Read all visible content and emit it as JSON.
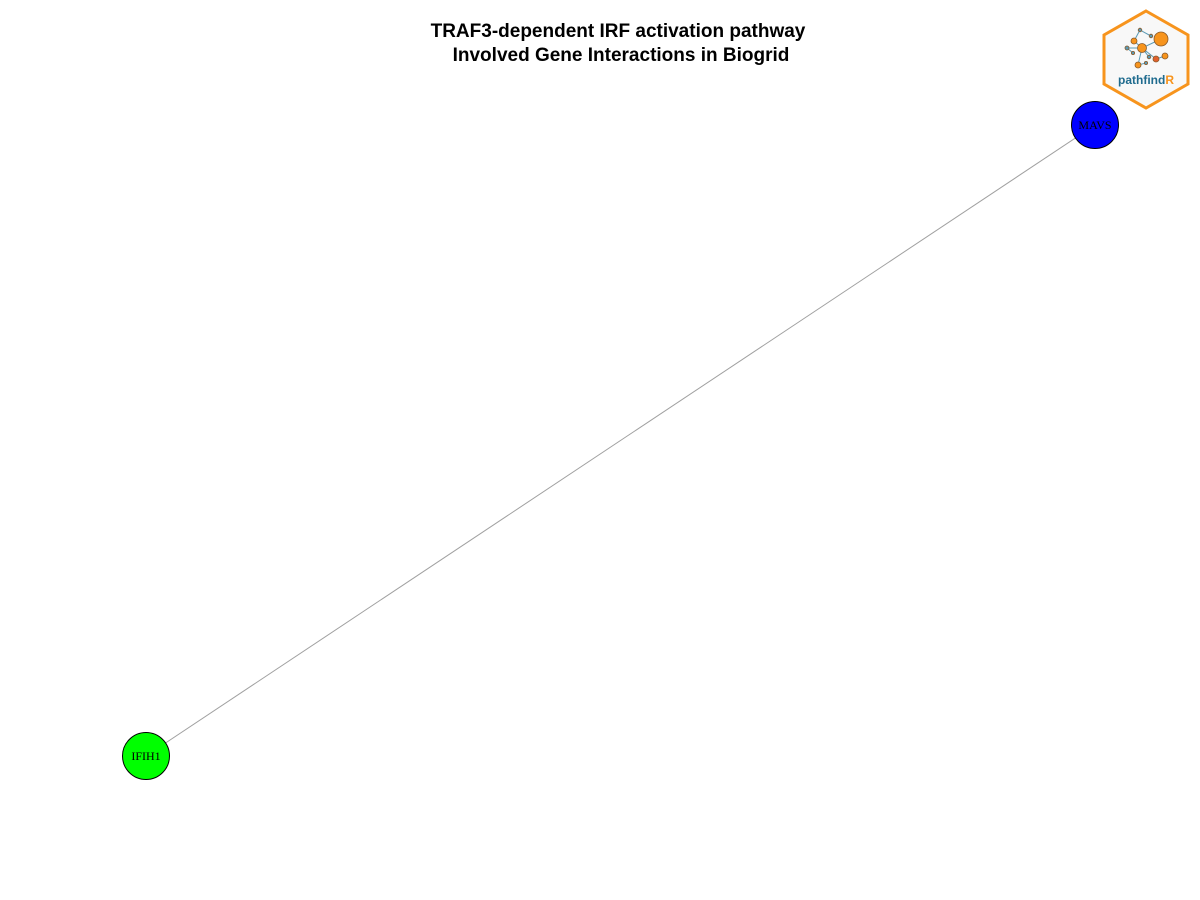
{
  "title": {
    "line1": "TRAF3-dependent IRF activation pathway",
    "line2": "Involved Gene Interactions in Biogrid"
  },
  "nodes": [
    {
      "id": "MAVS",
      "label": "MAVS",
      "color": "#0000ff"
    },
    {
      "id": "IFIH1",
      "label": "IFIH1",
      "color": "#00ff00"
    }
  ],
  "edges": [
    {
      "source": "IFIH1",
      "target": "MAVS",
      "color": "#a0a0a0"
    }
  ],
  "logo": {
    "text_main": "pathfind",
    "text_accent": "R",
    "border_color": "#f7941d",
    "text_color": "#1f6b8e",
    "accent_color": "#f7941d"
  }
}
